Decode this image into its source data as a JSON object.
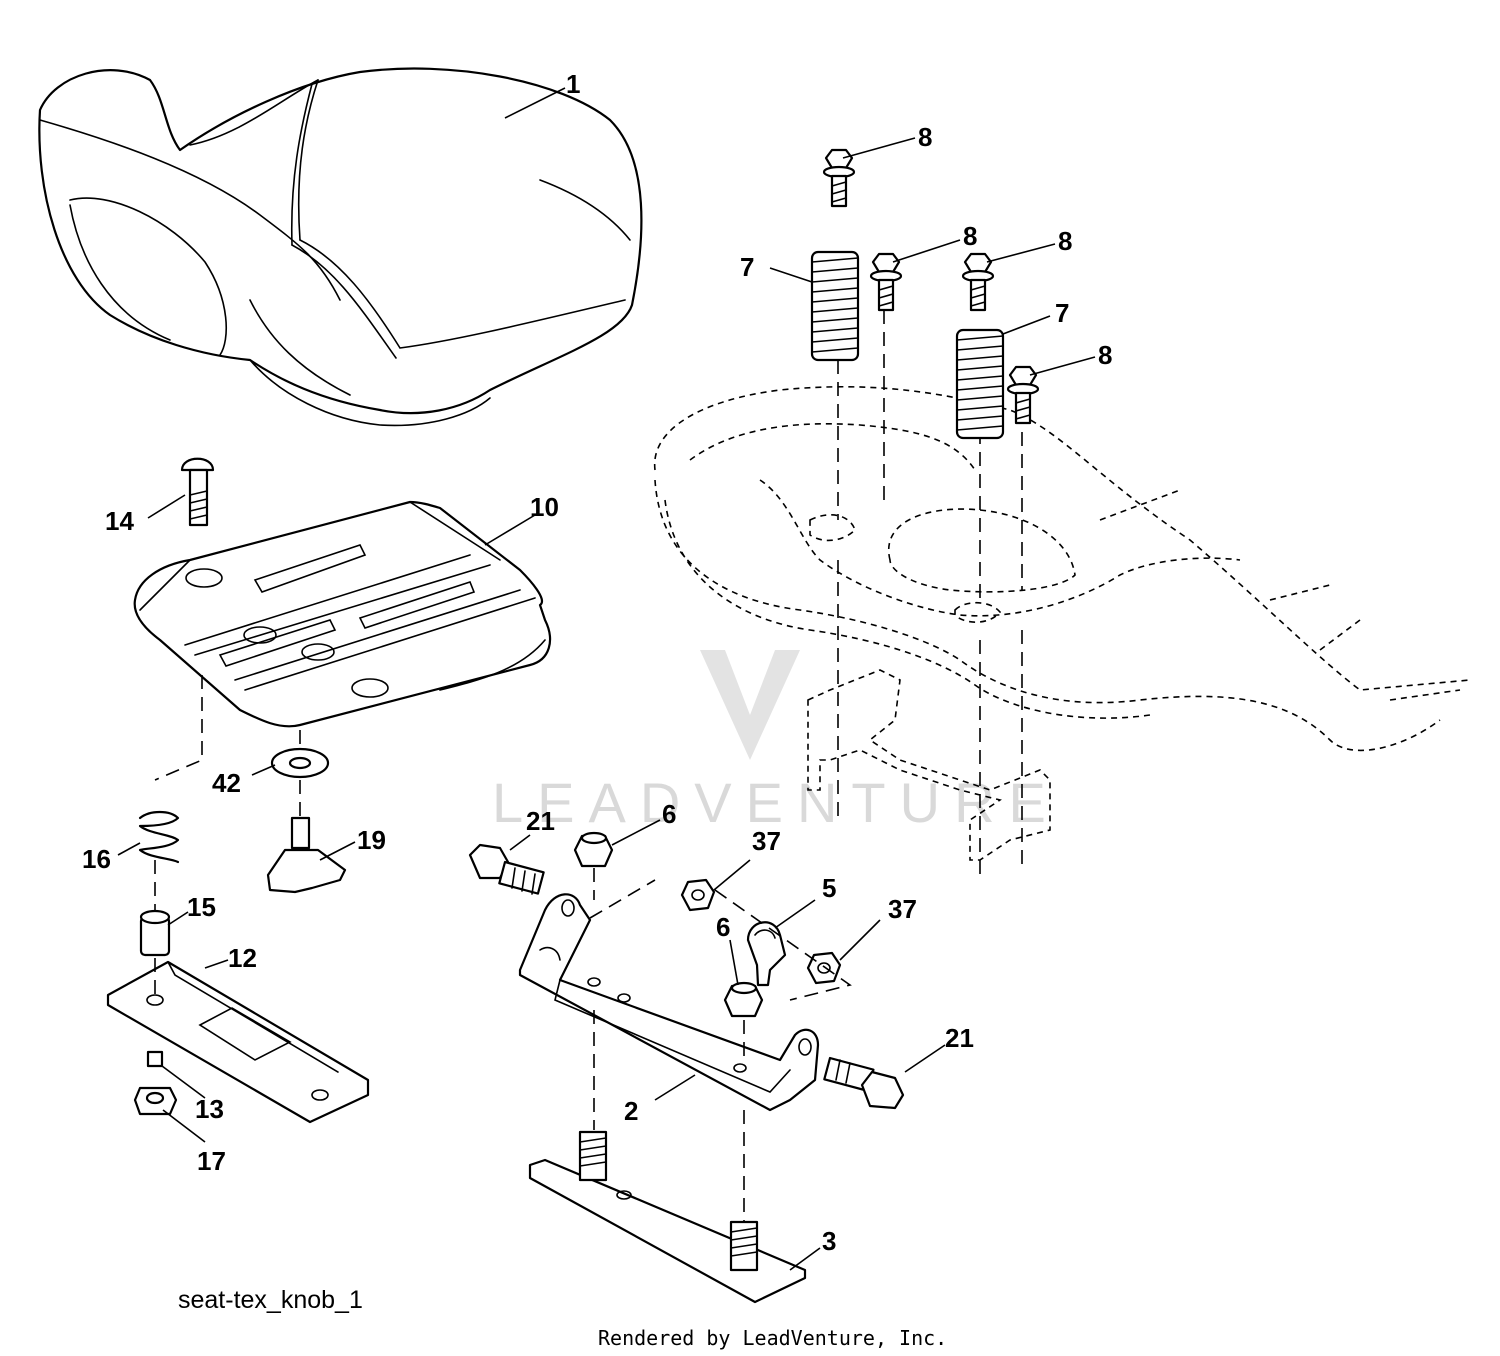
{
  "diagram": {
    "caption": "seat-tex_knob_1",
    "credit": "Rendered by LeadVenture, Inc.",
    "watermark": "LEADVENTURE",
    "callouts": [
      {
        "id": "c1",
        "label": "1"
      },
      {
        "id": "c2",
        "label": "2"
      },
      {
        "id": "c3",
        "label": "3"
      },
      {
        "id": "c5",
        "label": "5"
      },
      {
        "id": "c6a",
        "label": "6"
      },
      {
        "id": "c6b",
        "label": "6"
      },
      {
        "id": "c7a",
        "label": "7"
      },
      {
        "id": "c7b",
        "label": "7"
      },
      {
        "id": "c8a",
        "label": "8"
      },
      {
        "id": "c8b",
        "label": "8"
      },
      {
        "id": "c8c",
        "label": "8"
      },
      {
        "id": "c8d",
        "label": "8"
      },
      {
        "id": "c10",
        "label": "10"
      },
      {
        "id": "c12",
        "label": "12"
      },
      {
        "id": "c13",
        "label": "13"
      },
      {
        "id": "c14",
        "label": "14"
      },
      {
        "id": "c15",
        "label": "15"
      },
      {
        "id": "c16",
        "label": "16"
      },
      {
        "id": "c17",
        "label": "17"
      },
      {
        "id": "c19",
        "label": "19"
      },
      {
        "id": "c21a",
        "label": "21"
      },
      {
        "id": "c21b",
        "label": "21"
      },
      {
        "id": "c37a",
        "label": "37"
      },
      {
        "id": "c37b",
        "label": "37"
      },
      {
        "id": "c42",
        "label": "42"
      }
    ]
  }
}
